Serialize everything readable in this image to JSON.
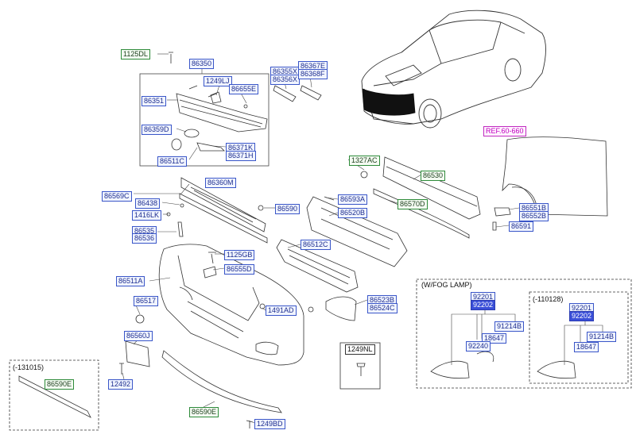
{
  "labels": {
    "p1125DL": "1125DL",
    "p86350": "86350",
    "p1249LJ": "1249LJ",
    "p86655E": "86655E",
    "p86351": "86351",
    "p86359D": "86359D",
    "p86371K": "86371K",
    "p86371H": "86371H",
    "p86511C": "86511C",
    "p86355X": "86355X",
    "p86356X": "86356X",
    "p86367E": "86367E",
    "p86368F": "86368F",
    "ref": "REF.60-660",
    "p1327AC": "1327AC",
    "p86530": "86530",
    "p86360M": "86360M",
    "p86569C": "86569C",
    "p86438": "86438",
    "p1416LK": "1416LK",
    "p86590": "86590",
    "p86593A": "86593A",
    "p86520B": "86520B",
    "p86570D": "86570D",
    "p86551B": "86551B",
    "p86552B": "86552B",
    "p86591": "86591",
    "p86535": "86535",
    "p86536": "86536",
    "p86512C": "86512C",
    "p1125GB": "1125GB",
    "p86555D": "86555D",
    "p86511A": "86511A",
    "p86517": "86517",
    "p1491AD": "1491AD",
    "p86523B": "86523B",
    "p86524C": "86524C",
    "p86560J": "86560J",
    "p1249NL": "1249NL",
    "p12492": "12492",
    "p86590E_a": "86590E",
    "p86590E_b": "86590E",
    "p1249BD": "1249BD",
    "p92201_a": "92201",
    "p92202_a": "92202",
    "p91214B_a": "91214B",
    "p18647_a": "18647",
    "p92240": "92240",
    "p92201_b": "92201",
    "p92202_b": "92202",
    "p91214B_b": "91214B",
    "p18647_b": "18647"
  },
  "notes": {
    "fog_lamp": "(W/FOG LAMP)",
    "code_110128": "(-110128)",
    "code_131015": "(-131015)"
  }
}
